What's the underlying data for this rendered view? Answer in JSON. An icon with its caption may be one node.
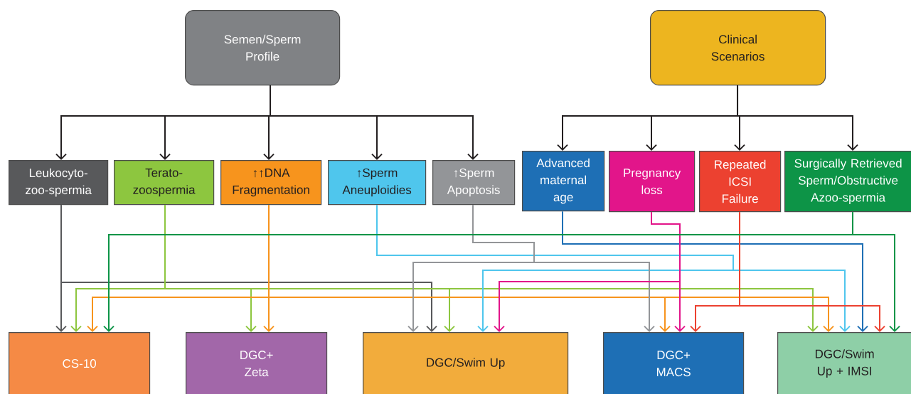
{
  "diagram": {
    "nodes": [
      {
        "text": [
          "Semen/Sperm Profile"
        ]
      },
      {
        "text": [
          "Clinical Scenarios"
        ]
      },
      {
        "text": [
          "Leukocyto-zoo-spermia"
        ]
      },
      {
        "text": [
          "Terato-zoospermia"
        ]
      },
      {
        "text": [
          "↑↑DNA Fragmentation"
        ]
      },
      {
        "text": [
          "↑Sperm Aneuploidies"
        ]
      },
      {
        "text": [
          "↑Sperm Apoptosis"
        ]
      },
      {
        "text": [
          "Advanced maternal age"
        ]
      },
      {
        "text": [
          "Pregnancy loss"
        ]
      },
      {
        "text": [
          "Repeated ICSI Failure"
        ]
      },
      {
        "text": [
          "Surgically Retrieved Sperm/Obstructive Azoo-spermia"
        ]
      },
      {
        "text": [
          "CS-10"
        ]
      },
      {
        "text": [
          "DGC+ Zeta"
        ]
      },
      {
        "text": [
          "DGC/Swim Up"
        ]
      },
      {
        "text": [
          "DGC+ MACS"
        ]
      },
      {
        "text": [
          "DGC/Swim Up + IMSI"
        ]
      }
    ],
    "edges": [
      {
        "from": 0,
        "to": 2,
        "arrow": "to",
        "color": "#231f20"
      },
      {
        "from": 0,
        "to": 3,
        "arrow": "to",
        "color": "#231f20"
      },
      {
        "from": 0,
        "to": 4,
        "arrow": "to",
        "color": "#231f20"
      },
      {
        "from": 0,
        "to": 5,
        "arrow": "to",
        "color": "#231f20"
      },
      {
        "from": 0,
        "to": 6,
        "arrow": "to",
        "color": "#231f20"
      },
      {
        "from": 1,
        "to": 7,
        "arrow": "to",
        "color": "#231f20"
      },
      {
        "from": 1,
        "to": 8,
        "arrow": "to",
        "color": "#231f20"
      },
      {
        "from": 1,
        "to": 9,
        "arrow": "to",
        "color": "#231f20"
      },
      {
        "from": 1,
        "to": 10,
        "arrow": "to",
        "color": "#231f20"
      },
      {
        "from": 2,
        "to": 11,
        "arrow": "to",
        "color": "#58595b"
      },
      {
        "from": 2,
        "to": 13,
        "arrow": "to",
        "color": "#58595b"
      },
      {
        "from": 3,
        "to": 11,
        "arrow": "to",
        "color": "#8dc63f"
      },
      {
        "from": 3,
        "to": 12,
        "arrow": "to",
        "color": "#8dc63f"
      },
      {
        "from": 3,
        "to": 13,
        "arrow": "to",
        "color": "#8dc63f"
      },
      {
        "from": 3,
        "to": 15,
        "arrow": "to",
        "color": "#8dc63f"
      },
      {
        "from": 4,
        "to": 11,
        "arrow": "to",
        "color": "#f7941d"
      },
      {
        "from": 4,
        "to": 12,
        "arrow": "to",
        "color": "#f7941d"
      },
      {
        "from": 4,
        "to": 14,
        "arrow": "to",
        "color": "#f7941d"
      },
      {
        "from": 4,
        "to": 15,
        "arrow": "to",
        "color": "#f7941d"
      },
      {
        "from": 5,
        "to": 13,
        "arrow": "to",
        "color": "#4fc6ed"
      },
      {
        "from": 5,
        "to": 15,
        "arrow": "to",
        "color": "#4fc6ed"
      },
      {
        "from": 6,
        "to": 13,
        "arrow": "to",
        "color": "#939598"
      },
      {
        "from": 6,
        "to": 14,
        "arrow": "to",
        "color": "#939598"
      },
      {
        "from": 7,
        "to": 15,
        "arrow": "to",
        "color": "#1e6fb5"
      },
      {
        "from": 8,
        "to": 13,
        "arrow": "to",
        "color": "#e2158a"
      },
      {
        "from": 8,
        "to": 14,
        "arrow": "to",
        "color": "#e2158a"
      },
      {
        "from": 9,
        "to": 14,
        "arrow": "to",
        "color": "#ec4130"
      },
      {
        "from": 9,
        "to": 15,
        "arrow": "to",
        "color": "#ec4130"
      },
      {
        "from": 10,
        "to": 11,
        "arrow": "to",
        "color": "#0d9447"
      },
      {
        "from": 10,
        "to": 15,
        "arrow": "to",
        "color": "#0d9447"
      }
    ]
  }
}
